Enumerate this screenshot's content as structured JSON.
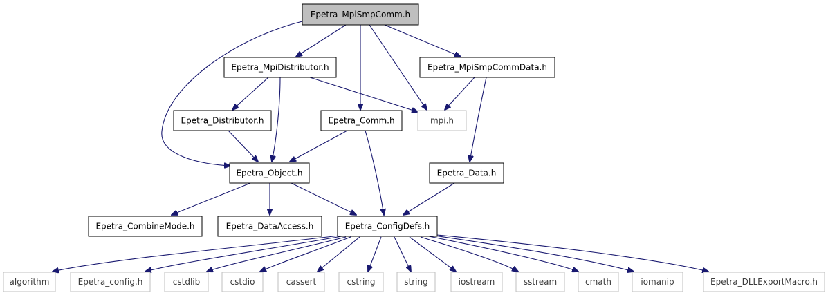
{
  "diagram": {
    "title_node": "Epetra_MpiSmpComm.h",
    "nodes": {
      "root": "Epetra_MpiSmpComm.h",
      "mpidist": "Epetra_MpiDistributor.h",
      "smpdata": "Epetra_MpiSmpCommData.h",
      "dist": "Epetra_Distributor.h",
      "comm": "Epetra_Comm.h",
      "mpi": "mpi.h",
      "object": "Epetra_Object.h",
      "data": "Epetra_Data.h",
      "combine": "Epetra_CombineMode.h",
      "access": "Epetra_DataAccess.h",
      "config": "Epetra_ConfigDefs.h",
      "algorithm": "algorithm",
      "epconfig": "Epetra_config.h",
      "cstdlib": "cstdlib",
      "cstdio": "cstdio",
      "cassert": "cassert",
      "cstring": "cstring",
      "string": "string",
      "iostream": "iostream",
      "sstream": "sstream",
      "cmath": "cmath",
      "iomanip": "iomanip",
      "dllexport": "Epetra_DLLExportMacro.h"
    },
    "colors": {
      "edge": "#191970",
      "root_fill": "#bfbfbf",
      "node_border": "#000000",
      "external_border": "#bfbfbf"
    }
  }
}
